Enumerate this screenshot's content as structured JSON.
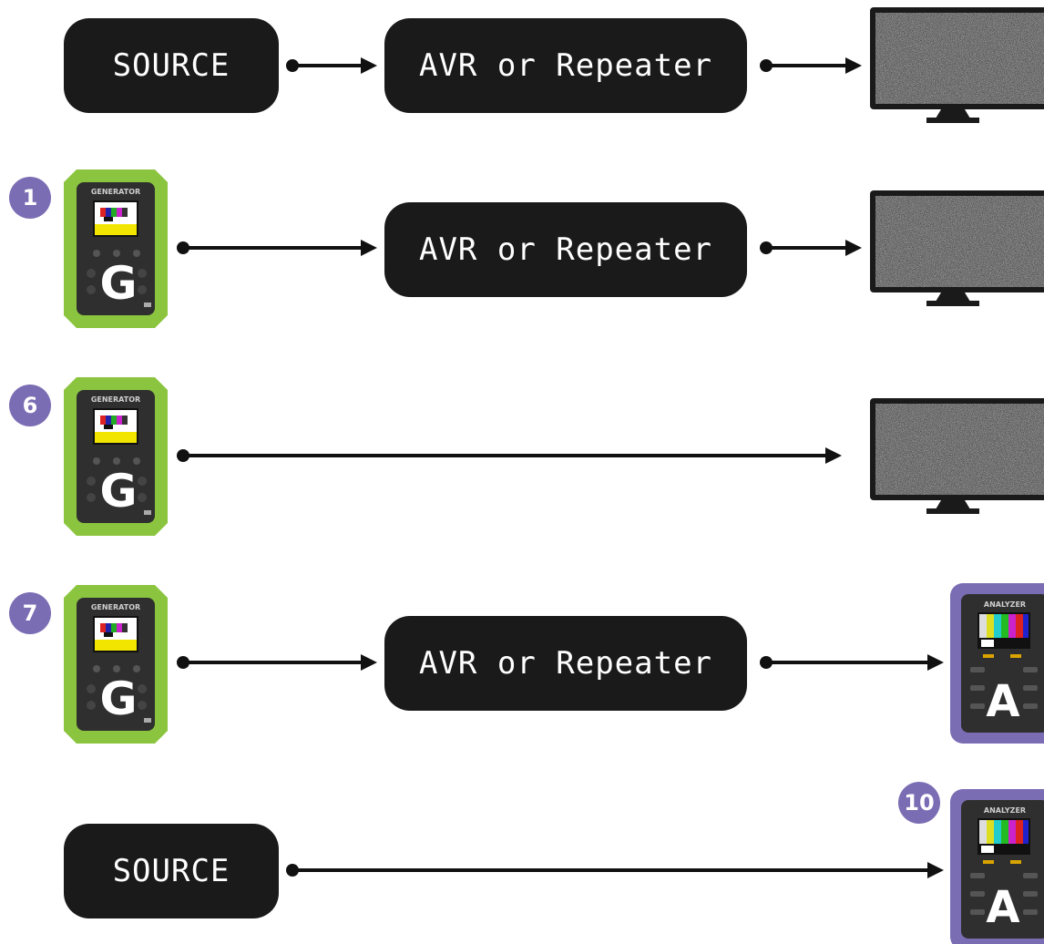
{
  "colors": {
    "pill_bg": "#1b1a1a",
    "generator_case": "#8bc53f",
    "analyzer_case": "#7b6db4",
    "badge": "#7b6db4",
    "tv_screen": "#9a9a9a"
  },
  "rows": [
    {
      "step": "",
      "source_label": "SOURCE",
      "middle_label": "AVR or Repeater",
      "sink": "display"
    },
    {
      "step": "1",
      "source": "generator",
      "middle_label": "AVR or Repeater",
      "sink": "display"
    },
    {
      "step": "6",
      "source": "generator",
      "sink": "display"
    },
    {
      "step": "7",
      "source": "generator",
      "middle_label": "AVR or Repeater",
      "sink": "analyzer"
    },
    {
      "step": "10",
      "source_label": "SOURCE",
      "sink": "analyzer"
    }
  ],
  "devices": {
    "generator": {
      "header": "GENERATOR",
      "letter": "G",
      "icon": "generator-device-icon"
    },
    "analyzer": {
      "header": "ANALYZER",
      "letter": "A",
      "icon": "analyzer-device-icon"
    }
  }
}
